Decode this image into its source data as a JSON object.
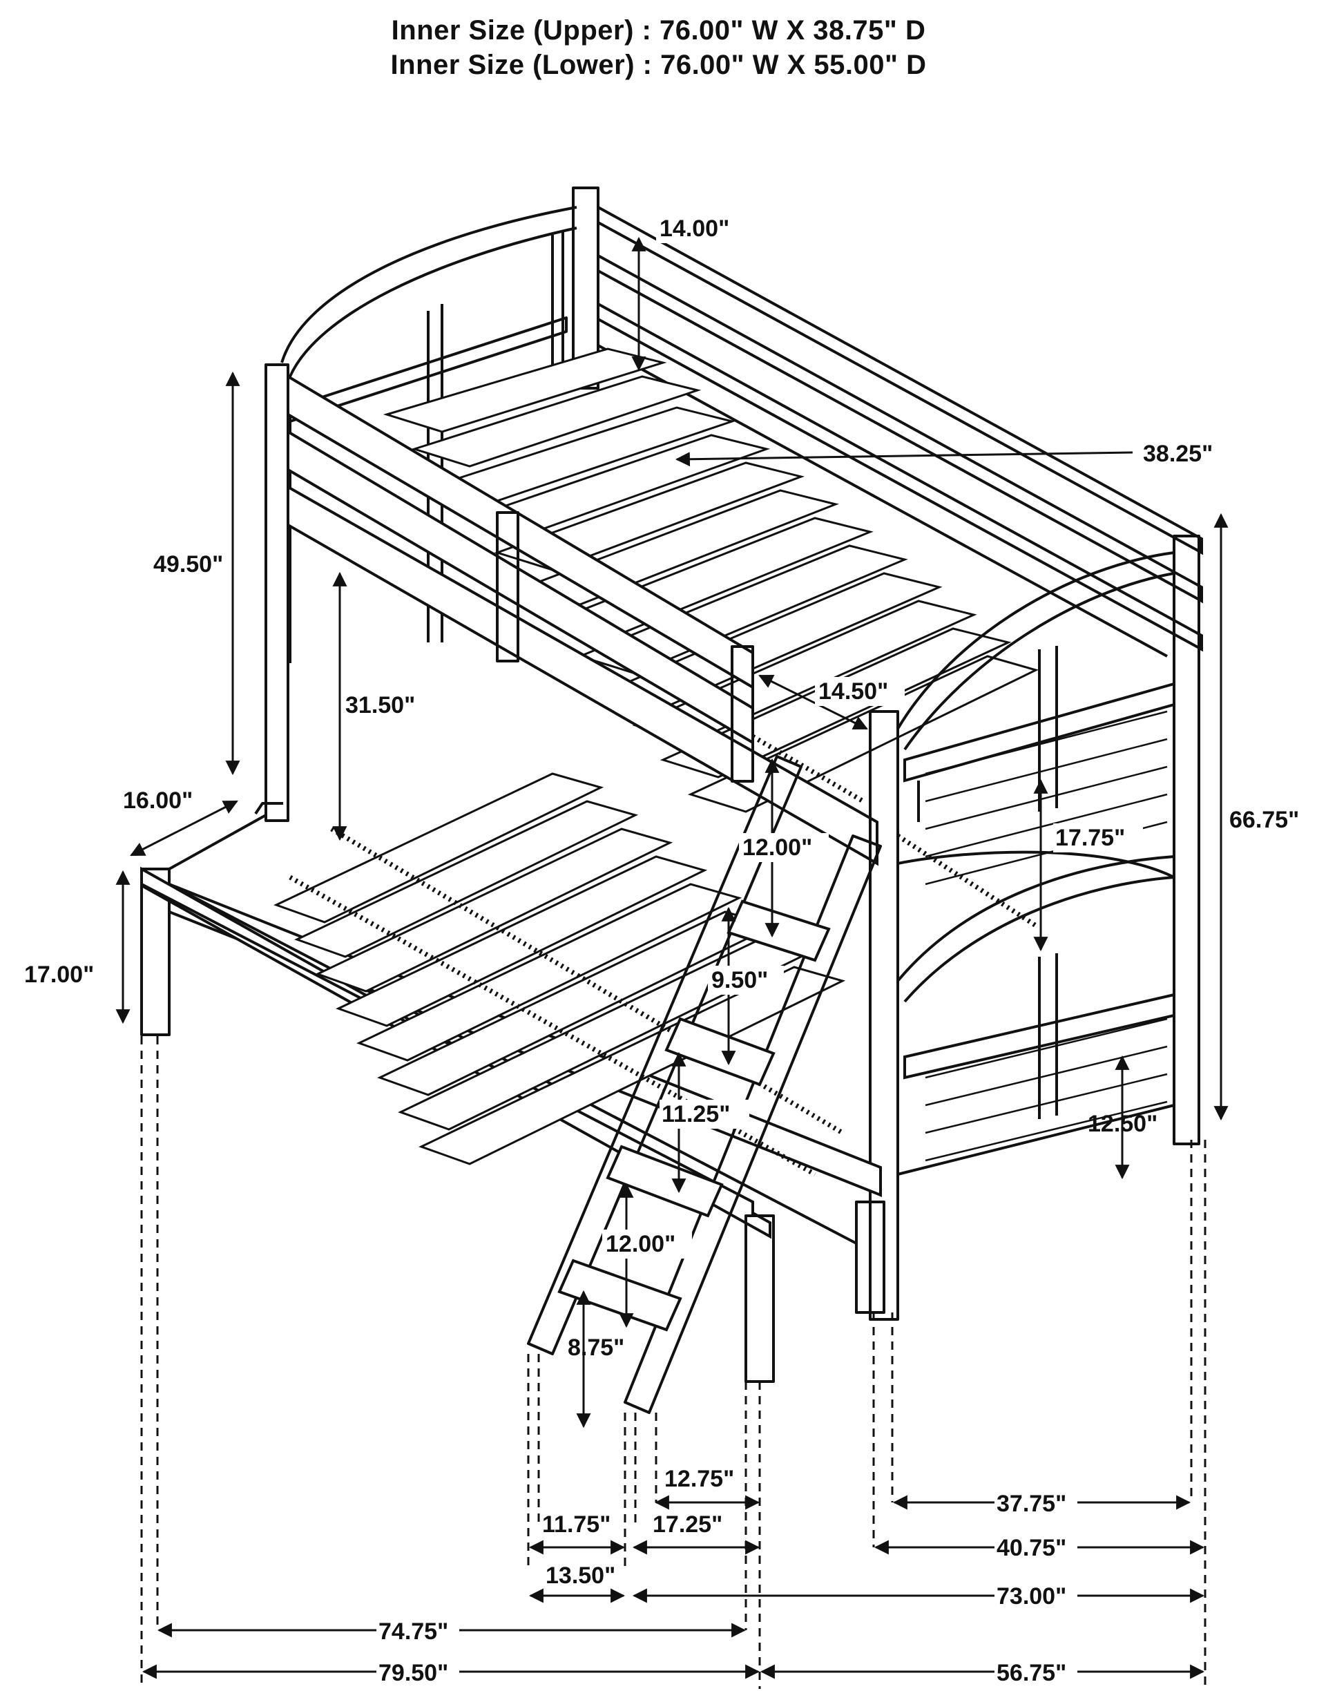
{
  "header": {
    "inner_size_upper": "Inner Size (Upper) :  76.00\" W X 38.75\" D",
    "inner_size_lower": "Inner Size (Lower) :  76.00\" W X 55.00\" D"
  },
  "dimensions": {
    "upper_guard_height": "14.00\"",
    "upper_slat_span": "38.25\"",
    "post_to_upper_deck": "49.50\"",
    "upper_to_lower_clearance": "31.50\"",
    "guard_rail_gap": "14.50\"",
    "overall_height": "66.75\"",
    "side_rail_offset": "16.00\"",
    "lower_deck_clearance": "17.75\"",
    "ladder_step_spacing_top": "12.00\"",
    "ladder_step_offset": "9.50\"",
    "ladder_step_spacing_mid": "11.25\"",
    "lower_deck_height": "17.00\"",
    "lower_rail_clearance": "12.50\"",
    "ladder_step_spacing_bottom": "12.00\"",
    "ladder_foot_height": "8.75\"",
    "ladder_inset": "12.75\"",
    "headboard_inner_width": "37.75\"",
    "ladder_foot_width": "11.75\"",
    "ladder_to_post": "17.25\"",
    "headboard_outer_width": "40.75\"",
    "ladder_outer_width": "13.50\"",
    "lower_length_from_ladder": "73.00\"",
    "lower_inner_length": "74.75\"",
    "overall_length": "79.50\"",
    "overall_width": "56.75\""
  }
}
